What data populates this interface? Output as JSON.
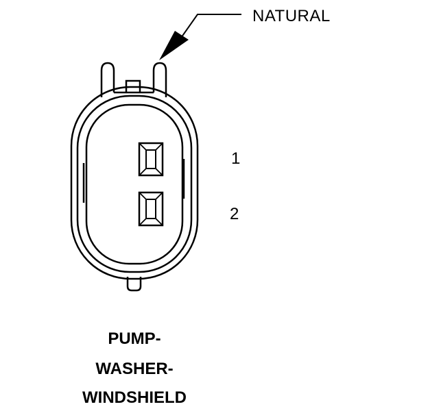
{
  "connector": {
    "color_callout": "NATURAL",
    "pins": [
      {
        "label": "1"
      },
      {
        "label": "2"
      }
    ],
    "caption_lines": [
      "PUMP-",
      "WASHER-",
      "WINDSHIELD"
    ]
  },
  "colors": {
    "line": "#000000",
    "background": "#ffffff"
  }
}
